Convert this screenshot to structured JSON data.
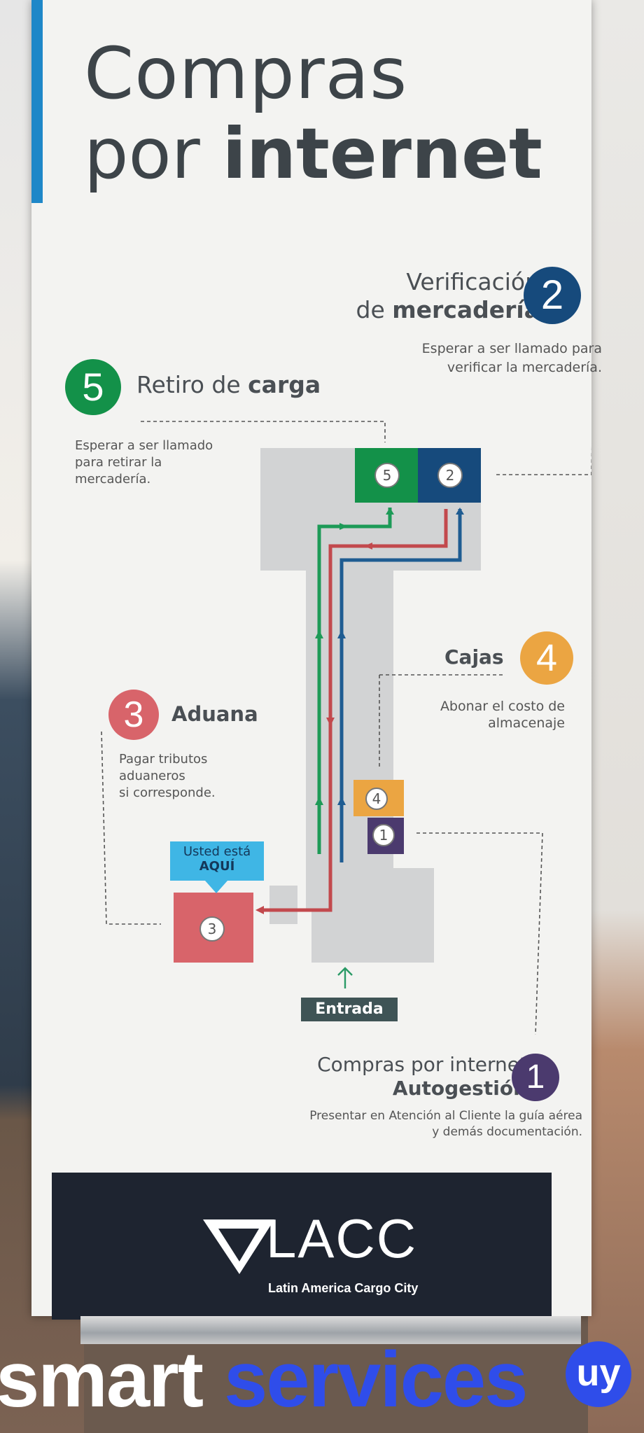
{
  "title": {
    "line1": "Compras",
    "line2_prefix": "por ",
    "line2_bold": "internet"
  },
  "steps": {
    "verificacion": {
      "number": "2",
      "line1": "Verificación",
      "line2_prefix": "de ",
      "line2_bold": "mercadería",
      "desc1": "Esperar a ser llamado para",
      "desc2": "verificar la mercadería.",
      "color": "#164a7c"
    },
    "retiro": {
      "number": "5",
      "title_prefix": "Retiro de ",
      "title_bold": "carga",
      "desc1": "Esperar a ser llamado",
      "desc2": "para retirar la",
      "desc3": "mercadería.",
      "color": "#139149"
    },
    "cajas": {
      "number": "4",
      "title": "Cajas",
      "desc1": "Abonar el costo de",
      "desc2": "almacenaje",
      "color": "#eba542"
    },
    "aduana": {
      "number": "3",
      "title": "Aduana",
      "desc1": "Pagar tributos",
      "desc2": "aduaneros",
      "desc3": "si corresponde.",
      "color": "#d8646a"
    },
    "compras": {
      "number": "1",
      "line1": "Compras por internet",
      "line2": "Autogestión",
      "desc1": "Presentar en Atención al Cliente la guía aérea",
      "desc2": "y demás documentación.",
      "color": "#4b3a6e"
    }
  },
  "map": {
    "chips": {
      "c5": "5",
      "c2": "2",
      "c4": "4",
      "c1": "1",
      "c3": "3"
    },
    "you_are_here_line1": "Usted está",
    "you_are_here_line2": "AQUÍ",
    "entrance": "Entrada",
    "colors": {
      "floor": "#d2d3d4",
      "green": "#1d9a57",
      "red": "#c2494d",
      "blue": "#1f5c92",
      "aqui": "#3fb6e5"
    }
  },
  "brand": {
    "name": "LACC",
    "tagline": "Latin America Cargo City"
  },
  "watermark": {
    "part1": "smart",
    "part2": "services",
    "badge": "uy"
  }
}
